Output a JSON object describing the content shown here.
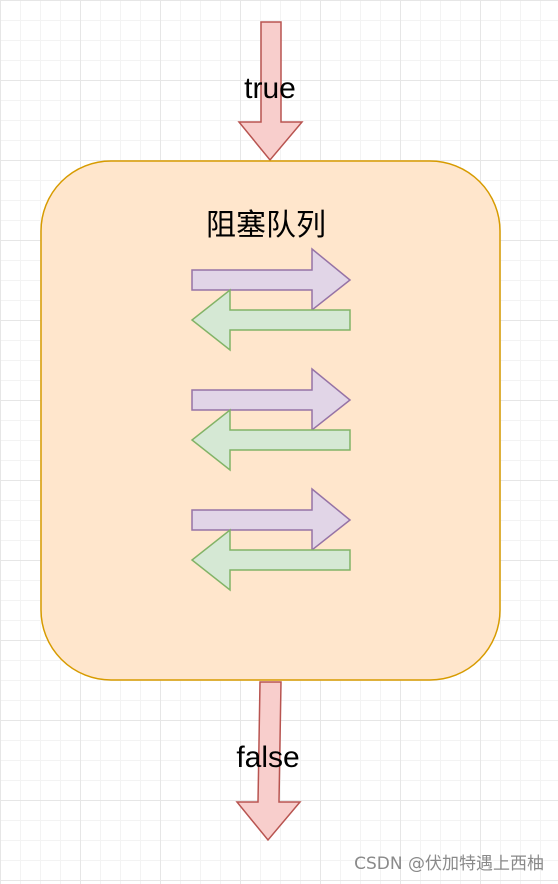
{
  "diagram": {
    "top_edge_label": "true",
    "bottom_edge_label": "false",
    "queue_title": "阻塞队列",
    "watermark": "CSDN @伏加特遇上西柚"
  },
  "colors": {
    "red_fill": "#f8cecc",
    "red_stroke": "#b85450",
    "box_fill": "#ffe6cc",
    "box_stroke": "#d79b00",
    "purple_fill": "#e1d5e7",
    "purple_stroke": "#9673a6",
    "green_fill": "#d5e8d4",
    "green_stroke": "#82b366"
  }
}
